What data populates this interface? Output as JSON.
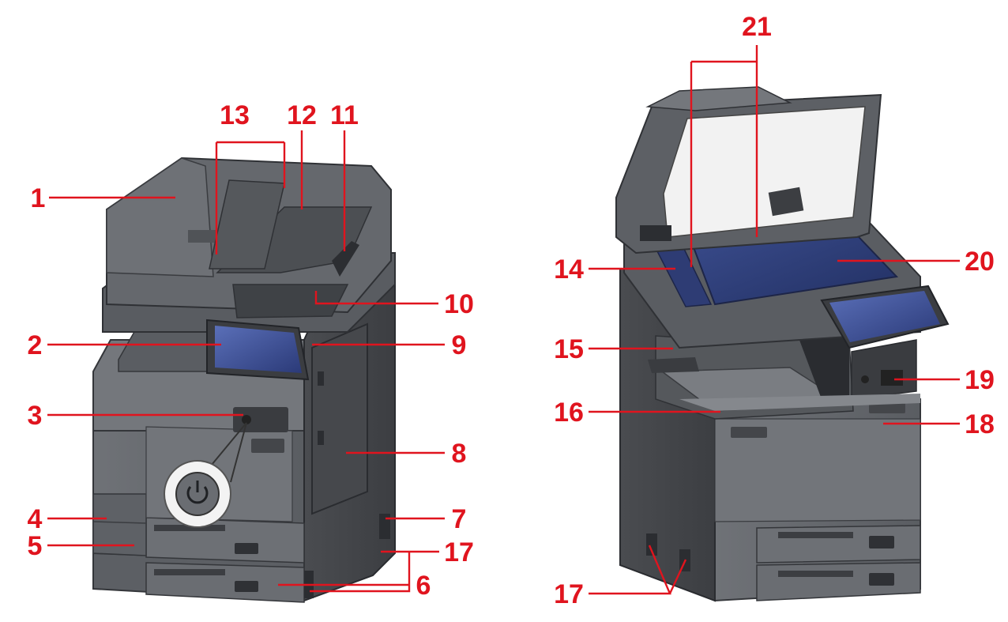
{
  "colors": {
    "callout": "#e0141e",
    "body_dark": "#4f5155",
    "body_mid": "#6b6e73",
    "body_light": "#8d9095",
    "glass": "#2f3d75",
    "screen": "#3a4a8c",
    "edge": "#34363a"
  },
  "icons": {
    "power": "power-icon"
  },
  "callouts": {
    "c1": "1",
    "c2": "2",
    "c3": "3",
    "c4": "4",
    "c5": "5",
    "c6": "6",
    "c7": "7",
    "c8": "8",
    "c9": "9",
    "c10": "10",
    "c11": "11",
    "c12": "12",
    "c13": "13",
    "c14": "14",
    "c15": "15",
    "c16": "16",
    "c17a": "17",
    "c17b": "17",
    "c18": "18",
    "c19": "19",
    "c20": "20",
    "c21": "21"
  }
}
